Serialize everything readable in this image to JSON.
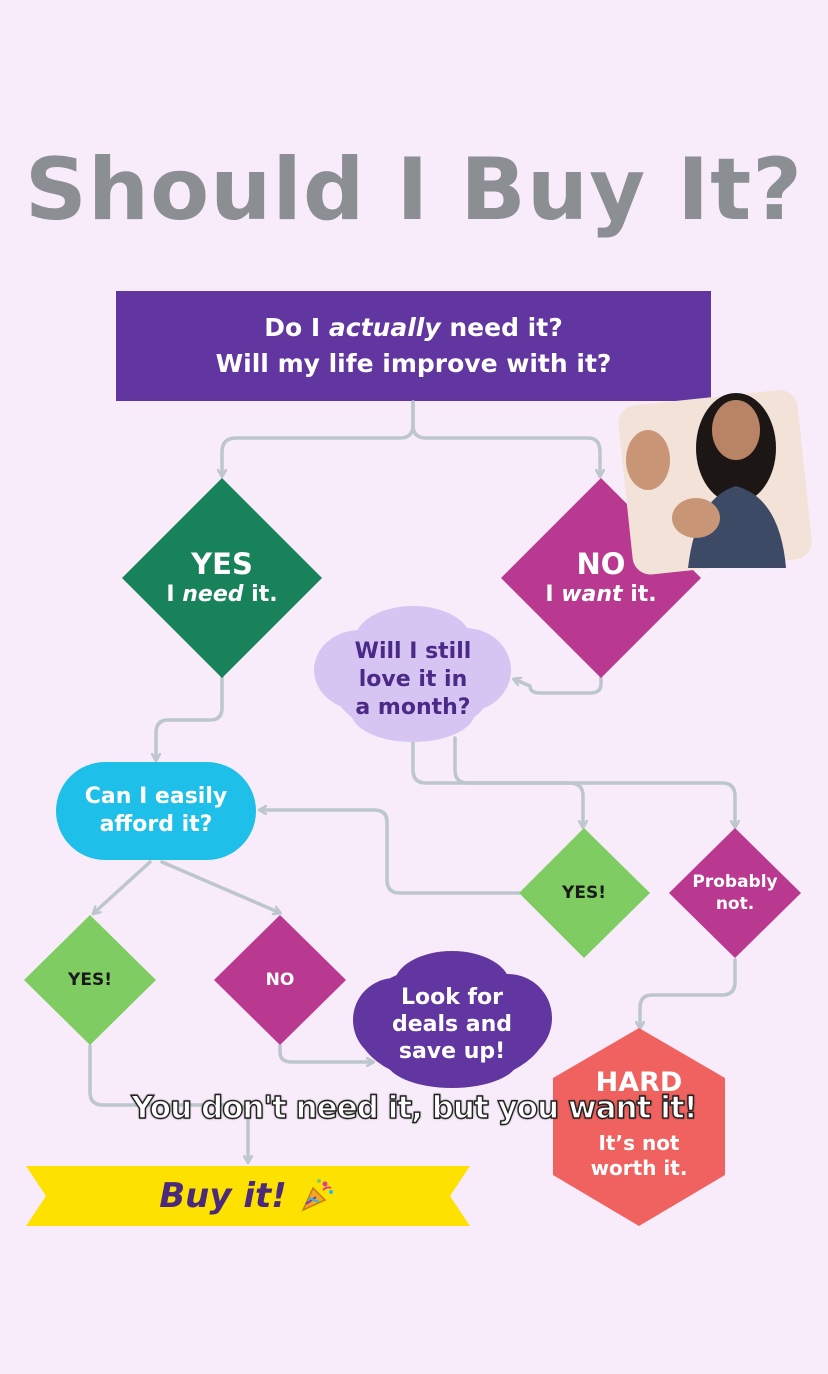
{
  "title": "Should I Buy It?",
  "question": {
    "line1_pre": "Do I ",
    "line1_em": "actually",
    "line1_post": " need it?",
    "line2": "Will my life improve with it?"
  },
  "yes_need": {
    "head": "YES",
    "pre": "I ",
    "em": "need",
    "post": " it."
  },
  "no_want": {
    "head": "NO",
    "pre": "I ",
    "em": "want",
    "post": " it."
  },
  "still_love": [
    "Will I still",
    "love it in",
    "a month?"
  ],
  "afford": [
    "Can I easily",
    "afford it?"
  ],
  "yes_love": "YES!",
  "probably_not": [
    "Probably",
    "not."
  ],
  "yes_afford": "YES!",
  "no_afford": "NO",
  "deals": [
    "Look for",
    "deals and",
    "save up!"
  ],
  "hard_pass": {
    "head": "HARD",
    "line1": "It’s not",
    "line2": "worth it."
  },
  "buy": {
    "label": "Buy it!",
    "icon": "party-popper-icon"
  },
  "caption": "You don't need it, but you want it!",
  "colors": {
    "background": "#f8ecfa",
    "title": "#8b8f93",
    "question_box": "#6236a0",
    "yes_diamond": "#18825a",
    "no_diamond": "#b8398f",
    "cloud_light": "#d6c4f2",
    "afford_pill": "#1ebfe8",
    "yes_small": "#7fcc63",
    "no_small": "#b8398f",
    "cloud_dark": "#6236a0",
    "hard_hex": "#f0625f",
    "banner": "#fde100",
    "arrow": "#bcc6cc"
  }
}
